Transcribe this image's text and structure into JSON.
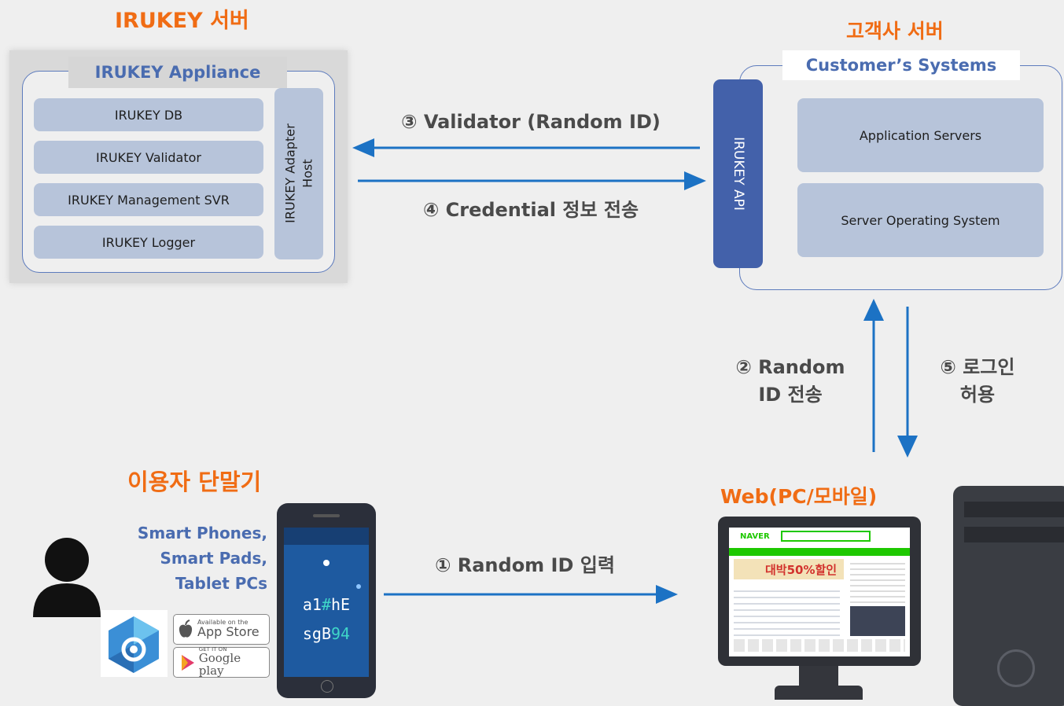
{
  "irukey_server": {
    "heading": "IRUKEY 서버",
    "appliance_title": "IRUKEY Appliance",
    "modules": [
      "IRUKEY DB",
      "IRUKEY Validator",
      "IRUKEY Management SVR",
      "IRUKEY Logger"
    ],
    "adapter_label_line1": "IRUKEY Adapter",
    "adapter_label_line2": "Host"
  },
  "customer_server": {
    "heading": "고객사 서버",
    "systems_title": "Customer’s Systems",
    "api_label": "IRUKEY API",
    "modules": [
      "Application Servers",
      "Server Operating System"
    ]
  },
  "steps": {
    "step1": "① Random ID 입력",
    "step2_line1": "② Random",
    "step2_line2": "ID 전송",
    "step3": "③ Validator (Random ID)",
    "step4": "④ Credential 정보 전송",
    "step5_line1": "⑤ 로그인",
    "step5_line2": "허용"
  },
  "user_device": {
    "heading": "이용자 단말기",
    "device_types": [
      "Smart Phones,",
      "Smart Pads,",
      "Tablet PCs"
    ],
    "phone_code_line1_a": "a1",
    "phone_code_line1_b": "#",
    "phone_code_line1_c": "hE",
    "phone_code_line2_a": "sgB",
    "phone_code_line2_b": "94",
    "app_store_small": "Available on the",
    "app_store_big": "App Store",
    "google_play_small": "GET IT ON",
    "google_play_big": "Google play"
  },
  "web": {
    "heading": "Web(PC/모바일)",
    "site_logo": "NAVER",
    "banner_text": "대박50%할인"
  },
  "colors": {
    "orange": "#f06c14",
    "blue_title": "#4a6cb0",
    "arrow_blue": "#1c72c4",
    "module_fill": "#b7c4da",
    "api_bar": "#4361aa"
  }
}
